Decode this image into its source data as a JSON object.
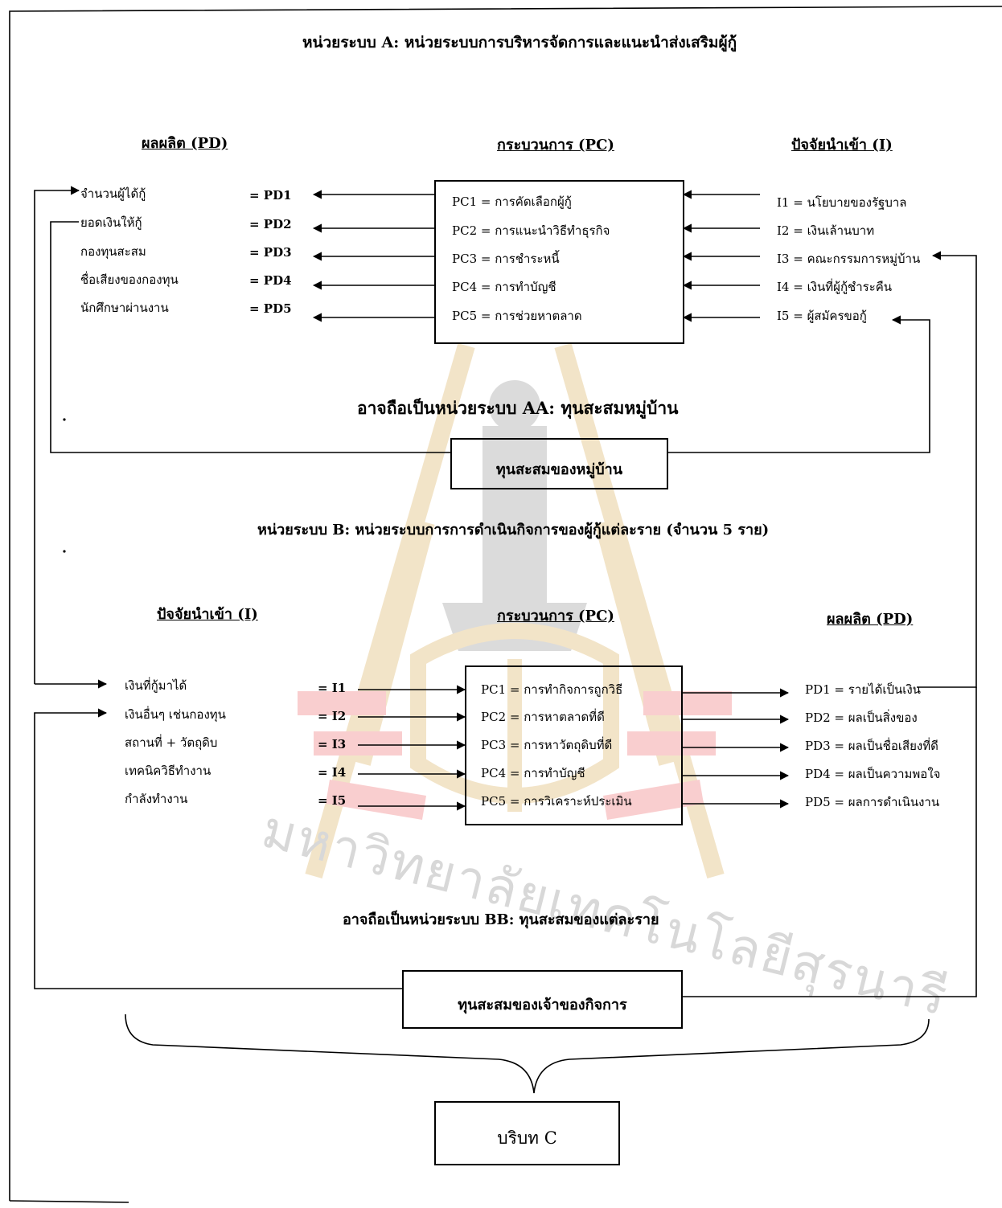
{
  "system_a": {
    "title": "หน่วยระบบ A:  หน่วยระบบการบริหารจัดการและแนะนำส่งเสริมผู้กู้",
    "outputs": {
      "heading": "ผลผลิต (PD)",
      "items": [
        {
          "label": "จำนวนผู้ได้กู้",
          "code": "= PD1"
        },
        {
          "label": "ยอดเงินให้กู้",
          "code": "= PD2"
        },
        {
          "label": "กองทุนสะสม",
          "code": "= PD3"
        },
        {
          "label": "ชื่อเสียงของกองทุน",
          "code": "= PD4"
        },
        {
          "label": "นักศึกษาผ่านงาน",
          "code": "= PD5"
        }
      ]
    },
    "process": {
      "heading": "กระบวนการ (PC)",
      "items": [
        "PC1 = การคัดเลือกผู้กู้",
        "PC2 = การแนะนำวิธีทำธุรกิจ",
        "PC3 = การชำระหนี้",
        "PC4 = การทำบัญชี",
        "PC5 = การช่วยหาตลาด"
      ]
    },
    "inputs": {
      "heading": "ปัจจัยนำเข้า (I)",
      "items": [
        "I1 = นโยบายของรัฐบาล",
        "I2 = เงินเล้านบาท",
        "I3 = คณะกรรมการหมู่บ้าน",
        "I4 = เงินที่ผู้กู้ชำระคืน",
        "I5 = ผู้สมัครขอกู้"
      ]
    },
    "subsystem_caption": "อาจถือเป็นหน่วยระบบ  AA:  ทุนสะสมหมู่บ้าน",
    "capital_box": "ทุนสะสมของหมู่บ้าน"
  },
  "system_b": {
    "title": "หน่วยระบบ B:  หน่วยระบบการการดำเนินกิจการของผู้กู้แต่ละราย (จำนวน  5  ราย)",
    "inputs": {
      "heading": "ปัจจัยนำเข้า (I)",
      "items": [
        {
          "label": "เงินที่กู้มาได้",
          "code": "= I1"
        },
        {
          "label": "เงินอื่นๆ เช่นกองทุน",
          "code": "= I2"
        },
        {
          "label": "สถานที่ + วัตถุดิบ",
          "code": "= I3"
        },
        {
          "label": "เทคนิควิธีทำงาน",
          "code": "= I4"
        },
        {
          "label": "กำลังทำงาน",
          "code": "= I5"
        }
      ]
    },
    "process": {
      "heading": "กระบวนการ (PC)",
      "items": [
        "PC1  = การทำกิจการถูกวิธี",
        "PC2  = การหาตลาดที่ดี",
        "PC3  = การหาวัตถุดิบที่ดี",
        "PC4  = การทำบัญชี",
        "PC5  = การวิเคราะห์ประเมิน"
      ]
    },
    "outputs": {
      "heading": "ผลผลิต (PD)",
      "items": [
        "PD1 = รายได้เป็นเงิน",
        "PD2 = ผลเป็นสิ่งของ",
        "PD3 = ผลเป็นชื่อเสียงที่ดี",
        "PD4 = ผลเป็นความพอใจ",
        "PD5 = ผลการดำเนินงาน"
      ]
    },
    "subsystem_caption": "อาจถือเป็นหน่วยระบบ  BB:  ทุนสะสมของแต่ละราย",
    "capital_box": "ทุนสะสมของเจ้าของกิจการ"
  },
  "context_box": "บริบท  C",
  "watermark": {
    "text": "มหาวิทยาลัยเทคโนโลยีสุรนารี",
    "colors": {
      "arc": "#e8242a",
      "logo": "#c8860a",
      "figure": "#606060"
    }
  }
}
